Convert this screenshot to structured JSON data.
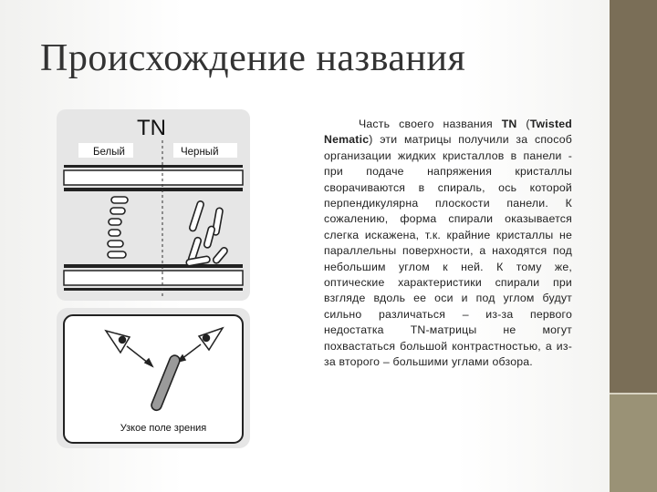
{
  "slide": {
    "title": "Происхождение названия",
    "colors": {
      "sidebar_dark": "#7a6e57",
      "sidebar_light": "#9a9276",
      "title_text": "#333333",
      "body_text": "#222222"
    }
  },
  "figure": {
    "heading": "TN",
    "label_white": "Белый",
    "label_black": "Черный",
    "caption": "Узкое поле зрения"
  },
  "body": {
    "intro": "Часть своего названия ",
    "tn": "TN",
    "paren_open": " (",
    "twisted_nematic": "Twisted Nematic",
    "rest": ") эти матрицы получили за способ организации жидких кристаллов в панели - при подаче напряжения кристаллы сворачиваются в спираль, ось которой перпендикулярна плоскости панели. К сожалению, форма спирали оказывается слегка искажена, т.к. крайние кристаллы не параллельны поверхности, а находятся под небольшим углом к ней. К тому же, оптические характеристики спирали при взгляде вдоль ее оси и под углом будут сильно различаться – из-за первого недостатка TN-матрицы не могут похвастаться большой контрастностью, а из-за второго – большими углами обзора."
  }
}
